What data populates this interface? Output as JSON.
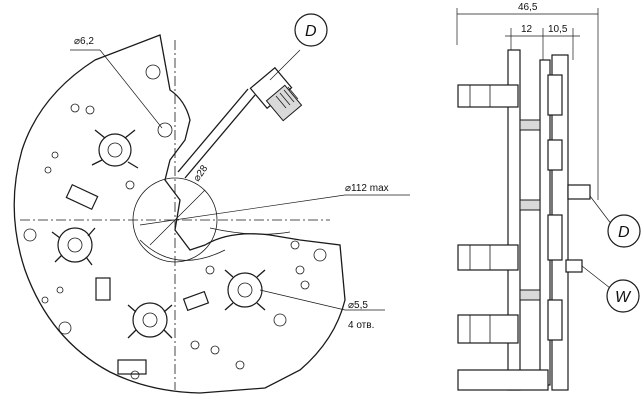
{
  "dimensions": {
    "hole_diameter": "⌀6,2",
    "inner_diameter": "⌀28",
    "outer_diameter": "⌀112 max",
    "mount_hole": "⌀5,5",
    "mount_hole_count": "4 отв.",
    "total_width": "46,5",
    "width_a": "12",
    "width_b": "10,5"
  },
  "callouts": {
    "connector_d_front": "D",
    "connector_d_side": "D",
    "terminal_w": "W"
  }
}
